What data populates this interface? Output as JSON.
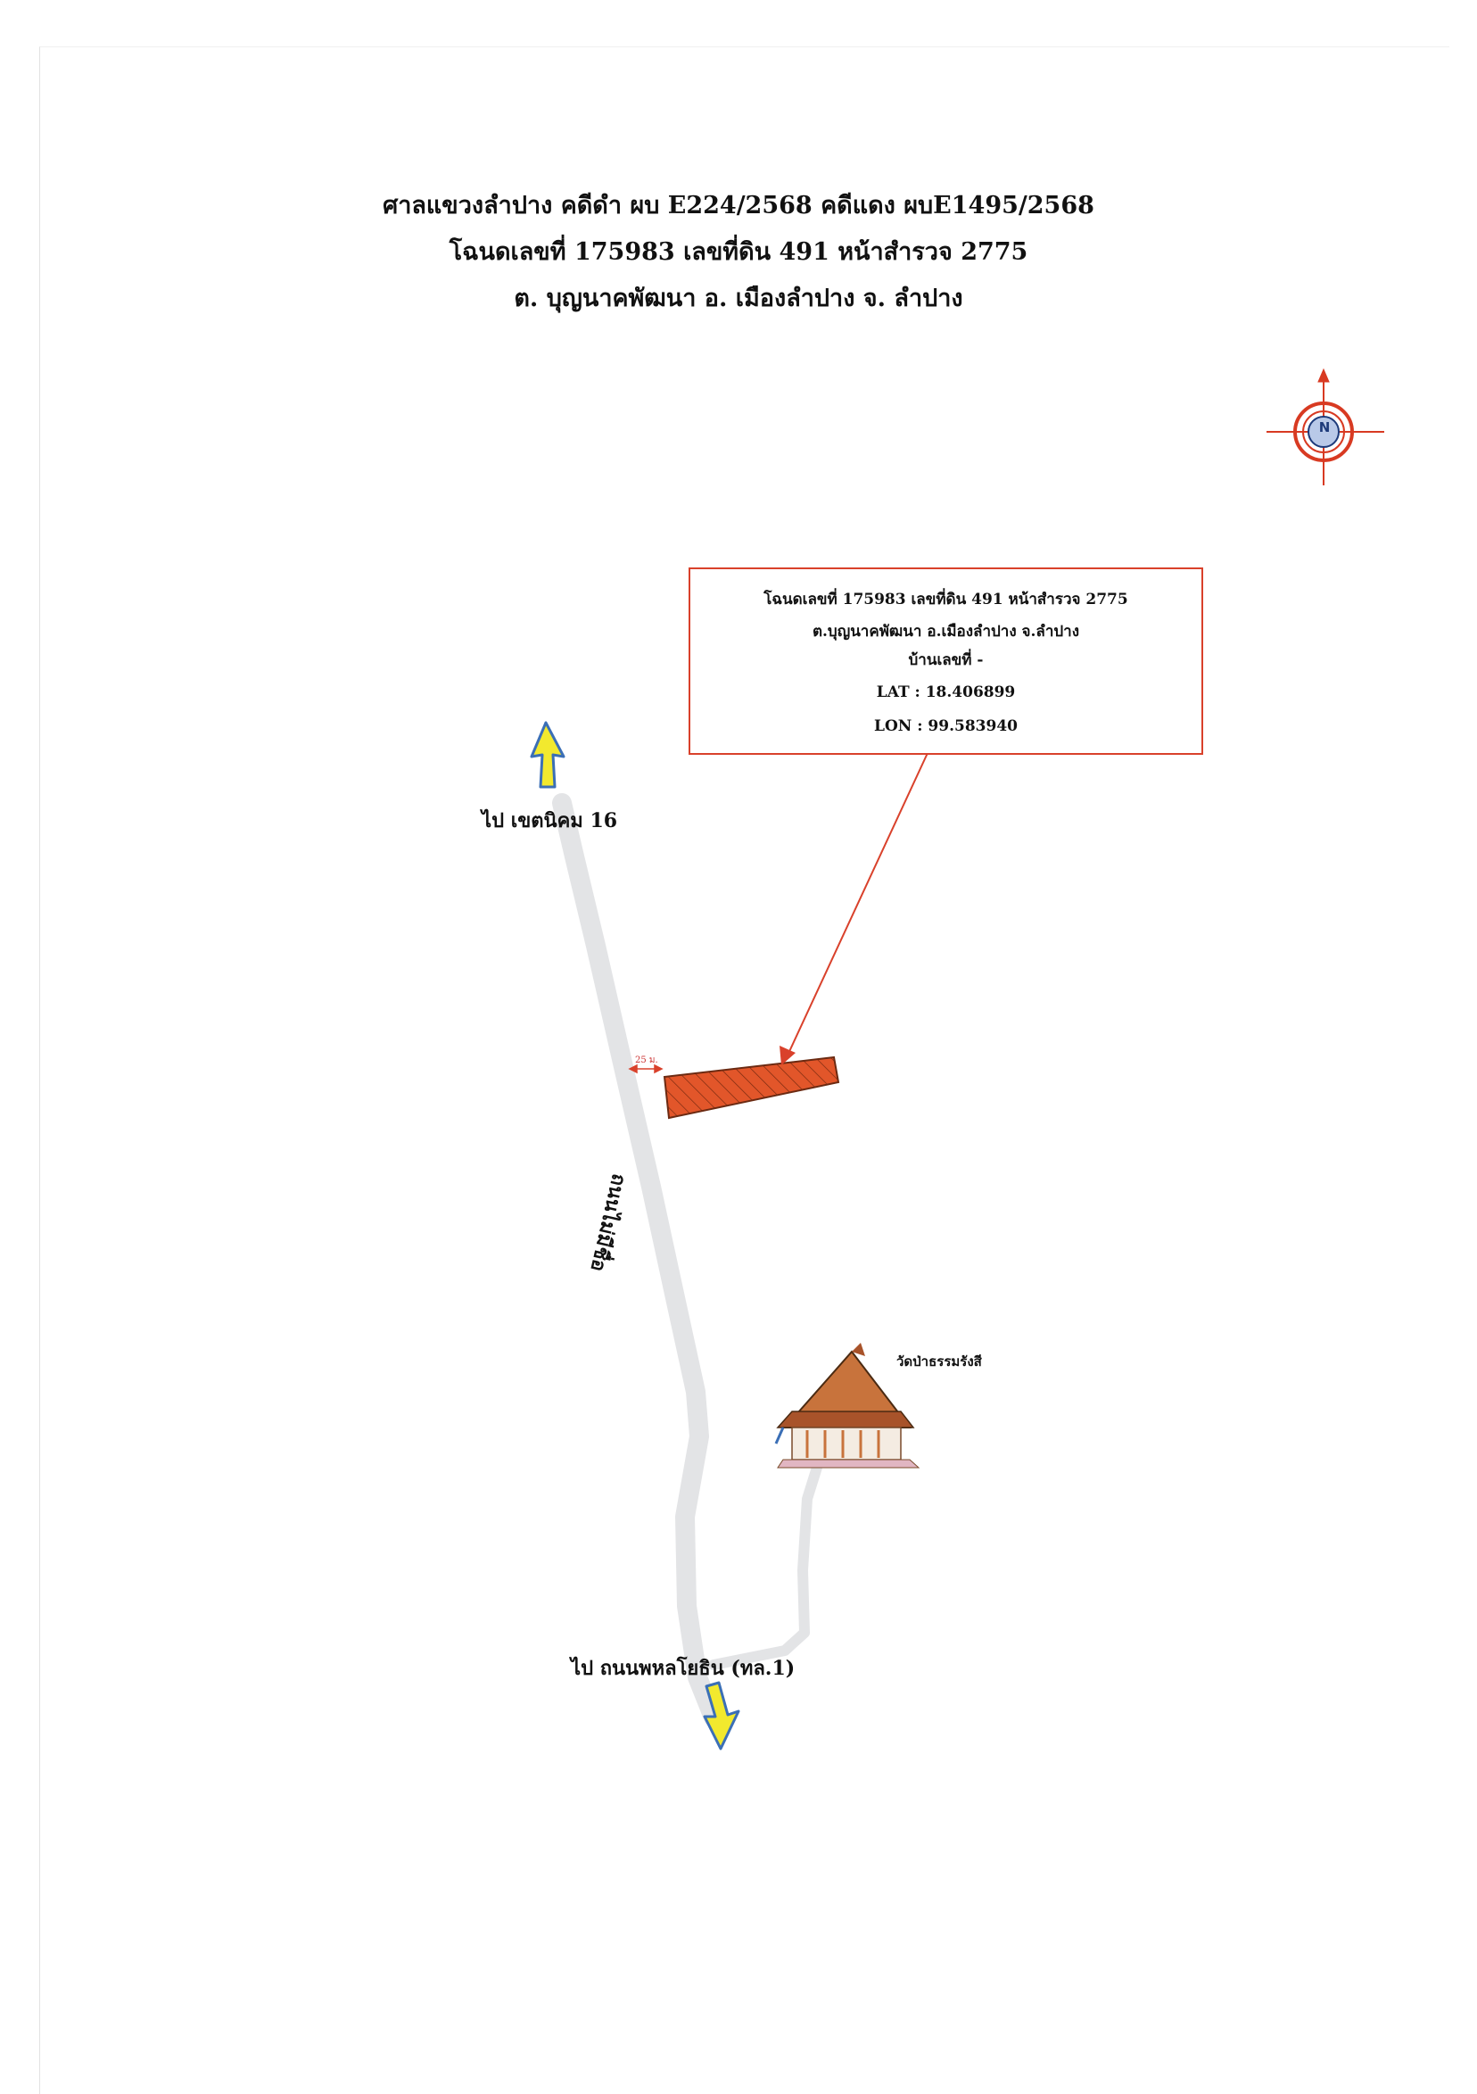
{
  "header": {
    "line1": "ศาลแขวงลำปาง คดีดำ ผบ E224/2568  คดีแดง ผบE1495/2568",
    "line2": "โฉนดเลขที่ 175983  เลขที่ดิน 491  หน้าสำรวจ 2775",
    "line3": "ต. บุญนาคพัฒนา  อ. เมืองลำปาง  จ. ลำปาง"
  },
  "info_box": {
    "line1": "โฉนดเลขที่ 175983  เลขที่ดิน 491  หน้าสำรวจ 2775",
    "line2": "ต.บุญนาคพัฒนา  อ.เมืองลำปาง  จ.ลำปาง",
    "line3": "บ้านเลขที่ -",
    "lat": "LAT : 18.406899",
    "lon": "LON : 99.583940"
  },
  "map": {
    "north_label": "ไป เขตนิคม 16",
    "south_label": "ไป ถนนพหลโยธิน (ทล.1)",
    "road_name": "ถนนไม่มีชื่อ",
    "temple_label": "วัดป่าธรรมรังสี",
    "distance_label": "25 ม.",
    "compass_letter": "N"
  },
  "colors": {
    "parcel": "#e2562a",
    "leader": "#d9412b",
    "road": "#e3e4e6",
    "arrow": "#f2e92e",
    "compass": "#d83a22"
  }
}
